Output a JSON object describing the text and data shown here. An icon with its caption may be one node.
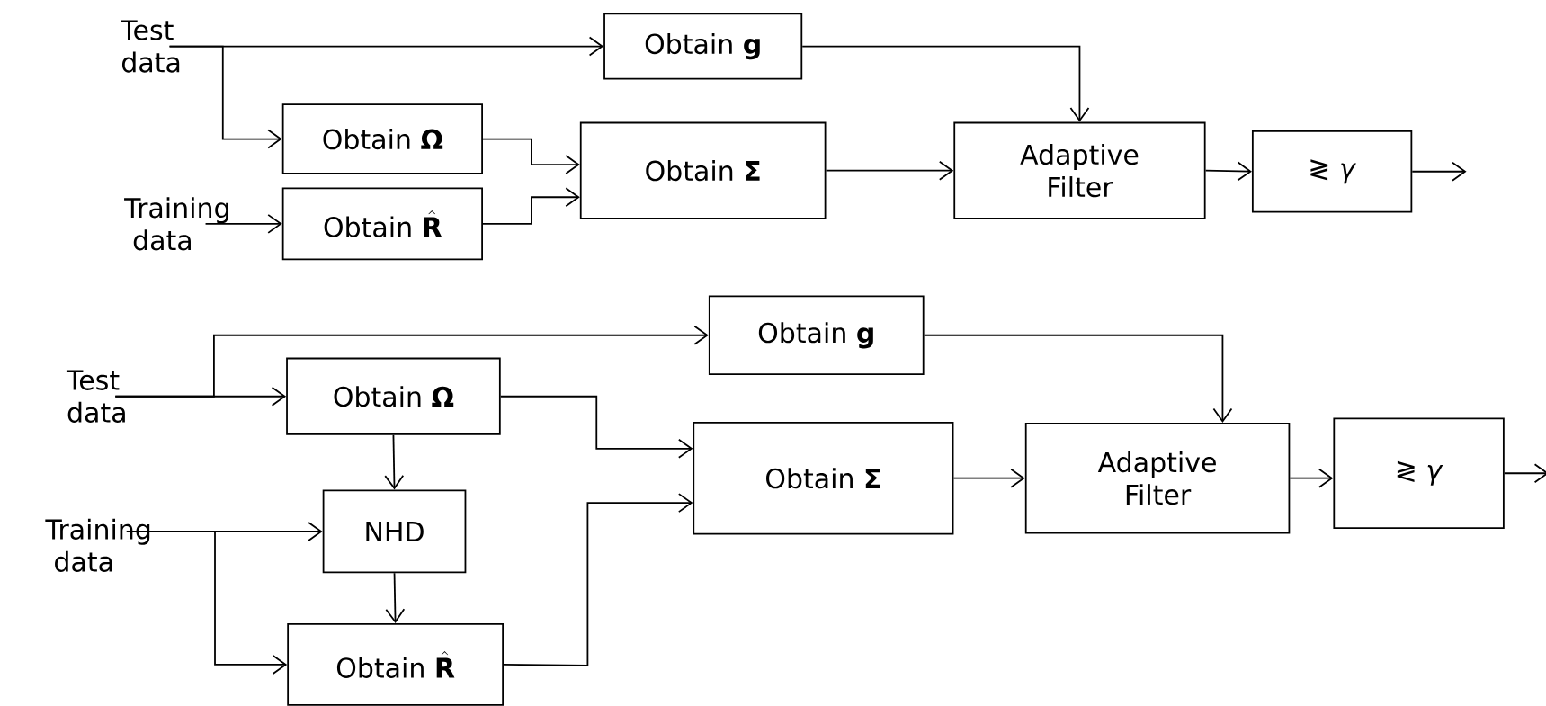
{
  "diagram": {
    "nodes": [
      {
        "text": [
          "Test data"
        ]
      },
      {
        "text": [
          "Obtain **g**"
        ]
      },
      {
        "text": [
          "Obtain **Ω**"
        ]
      },
      {
        "text": [
          "Training data"
        ]
      },
      {
        "text": [
          "\\text{Obtain }\\hat{\\mathbf{R}}"
        ]
      },
      {
        "text": [
          "Obtain **Σ**"
        ]
      },
      {
        "text": [
          "Adaptive Filter"
        ]
      },
      {
        "text": [
          "≷ *γ*"
        ]
      },
      {
        "text": [
          "Test data"
        ]
      },
      {
        "text": [
          "Obtain **g**"
        ]
      },
      {
        "text": [
          "Obtain **Ω**"
        ]
      },
      {
        "text": [
          "Training data"
        ]
      },
      {
        "text": [
          "NHD"
        ]
      },
      {
        "text": [
          "Obtain **Σ**"
        ]
      },
      {
        "text": [
          "Adaptive Filter"
        ]
      },
      {
        "text": [
          "≷ *γ*"
        ]
      },
      {
        "text": [
          "\\text{Obtain }\\hat{\\mathbf{R}}"
        ]
      }
    ],
    "edges": [
      {
        "from": 0,
        "to": 1,
        "arrow": "to"
      },
      {
        "from": 0,
        "to": 2,
        "arrow": "to"
      },
      {
        "from": 3,
        "to": 4,
        "arrow": "to"
      },
      {
        "from": 2,
        "to": 5,
        "arrow": "to"
      },
      {
        "from": 4,
        "to": 5,
        "arrow": "to"
      },
      {
        "from": 1,
        "to": 6,
        "arrow": "to"
      },
      {
        "from": 5,
        "to": 6,
        "arrow": "to"
      },
      {
        "from": 6,
        "to": 7,
        "arrow": "to"
      },
      {
        "from": 7,
        "to": null,
        "arrow": "to"
      },
      {
        "from": 8,
        "to": 9,
        "arrow": "to"
      },
      {
        "from": 8,
        "to": 10,
        "arrow": "to"
      },
      {
        "from": 10,
        "to": 12,
        "arrow": "to"
      },
      {
        "from": 11,
        "to": 12,
        "arrow": "to"
      },
      {
        "from": 11,
        "to": 16,
        "arrow": "to"
      },
      {
        "from": 12,
        "to": 16,
        "arrow": "to"
      },
      {
        "from": 10,
        "to": 13,
        "arrow": "to"
      },
      {
        "from": 16,
        "to": 13,
        "arrow": "to"
      },
      {
        "from": 9,
        "to": 14,
        "arrow": "to"
      },
      {
        "from": 13,
        "to": 14,
        "arrow": "to"
      },
      {
        "from": 14,
        "to": 15,
        "arrow": "to"
      },
      {
        "from": 15,
        "to": null,
        "arrow": "to"
      }
    ]
  }
}
